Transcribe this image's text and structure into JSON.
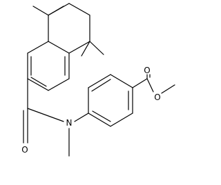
{
  "molecule": {
    "atom_labels": [
      {
        "id": "O_amide",
        "text": "O"
      },
      {
        "id": "N_amide",
        "text": "N"
      },
      {
        "id": "O_carbonyl",
        "text": "O"
      },
      {
        "id": "O_ester",
        "text": "O"
      }
    ]
  },
  "style": {
    "bond_color": "#000000",
    "background": "#ffffff"
  }
}
